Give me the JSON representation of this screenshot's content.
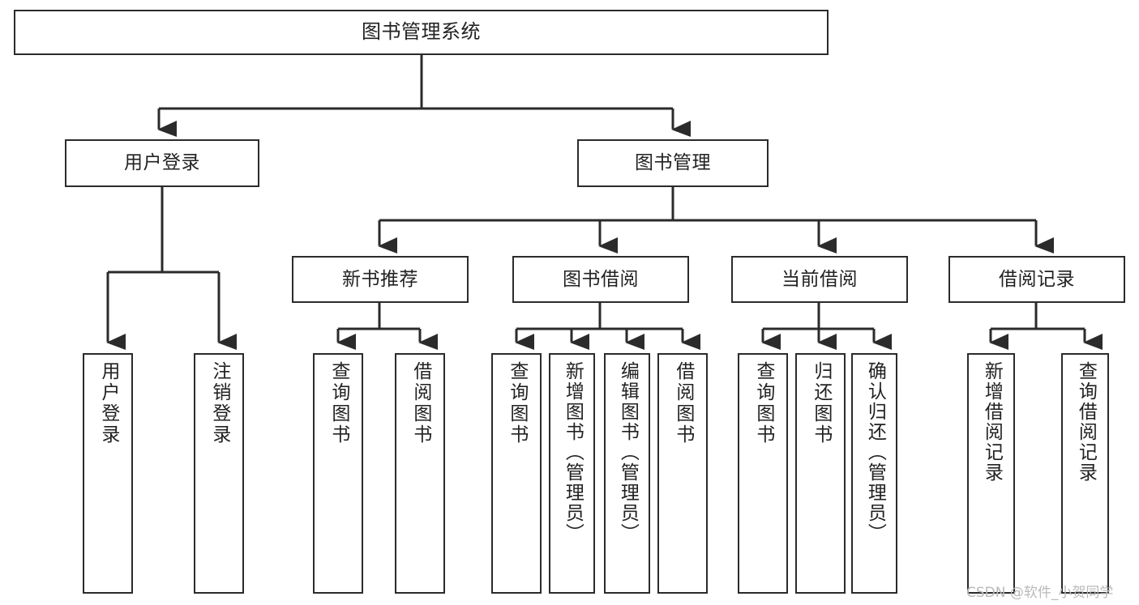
{
  "diagram": {
    "title": "图书管理系统",
    "type": "tree",
    "root": {
      "label": "图书管理系统"
    },
    "level2": [
      {
        "id": "user-login",
        "label": "用户登录"
      },
      {
        "id": "book-management",
        "label": "图书管理"
      }
    ],
    "level3": [
      {
        "id": "new-book-recommend",
        "label": "新书推荐",
        "parent": "book-management"
      },
      {
        "id": "book-borrow",
        "label": "图书借阅",
        "parent": "book-management"
      },
      {
        "id": "current-borrow",
        "label": "当前借阅",
        "parent": "book-management"
      },
      {
        "id": "borrow-record",
        "label": "借阅记录",
        "parent": "book-management"
      }
    ],
    "leaves": [
      {
        "id": "leaf-user-login",
        "label": "用户登录",
        "parent": "user-login"
      },
      {
        "id": "leaf-logout-login",
        "label": "注销登录",
        "parent": "user-login"
      },
      {
        "id": "leaf-query-book-1",
        "label": "查询图书",
        "parent": "new-book-recommend"
      },
      {
        "id": "leaf-borrow-book-1",
        "label": "借阅图书",
        "parent": "new-book-recommend"
      },
      {
        "id": "leaf-query-book-2",
        "label": "查询图书",
        "parent": "book-borrow"
      },
      {
        "id": "leaf-add-book",
        "label": "新增图书（管理员）",
        "parent": "book-borrow"
      },
      {
        "id": "leaf-edit-book",
        "label": "编辑图书（管理员）",
        "parent": "book-borrow"
      },
      {
        "id": "leaf-borrow-book-2",
        "label": "借阅图书",
        "parent": "book-borrow"
      },
      {
        "id": "leaf-query-book-3",
        "label": "查询图书",
        "parent": "current-borrow"
      },
      {
        "id": "leaf-return-book",
        "label": "归还图书",
        "parent": "current-borrow"
      },
      {
        "id": "leaf-confirm-return",
        "label": "确认归还（管理员）",
        "parent": "current-borrow"
      },
      {
        "id": "leaf-add-record",
        "label": "新增借阅记录",
        "parent": "borrow-record"
      },
      {
        "id": "leaf-query-record",
        "label": "查询借阅记录",
        "parent": "borrow-record"
      }
    ],
    "colors": {
      "stroke": "#2b2b2b",
      "fill": "#ffffff",
      "text": "#222222",
      "watermark": "#b9b9b9"
    }
  },
  "watermark": {
    "text": "CSDN @软件_小贺同学"
  }
}
